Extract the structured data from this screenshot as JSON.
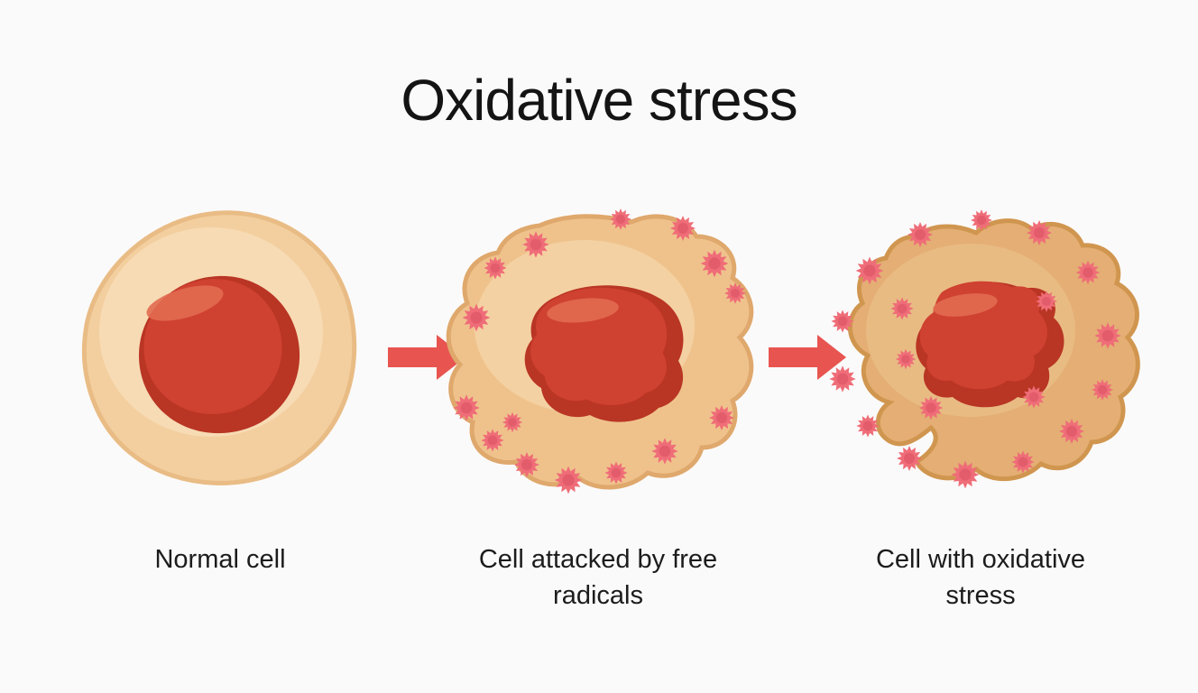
{
  "title": "Oxidative stress",
  "stages": [
    {
      "label": "Normal cell"
    },
    {
      "label": "Cell attacked by free radicals"
    },
    {
      "label": "Cell with oxidative stress"
    }
  ],
  "icons": {
    "arrow": "right-arrow-icon",
    "radical": "free-radical-burst-icon"
  },
  "colors": {
    "background": "#fbfafa",
    "title": "#141414",
    "label": "#1c1c1c",
    "arrow": "#e85550",
    "cell1-body": "#f3cf9f",
    "cell1-edge": "#e9bc85",
    "cell1-inner": "#f7dcb6",
    "cell2-body": "#efc28c",
    "cell2-edge": "#dfa86c",
    "cell2-inner": "#f4d4a6",
    "cell3-body": "#e4ae74",
    "cell3-edge": "#d0964f",
    "cell3-inner": "#eabf88",
    "nucleus": "#cf4130",
    "nucleus-shade": "#b93524",
    "nucleus-highlight": "#e16a50",
    "radical": "#ef6d78",
    "radical-core": "#d94f60"
  }
}
